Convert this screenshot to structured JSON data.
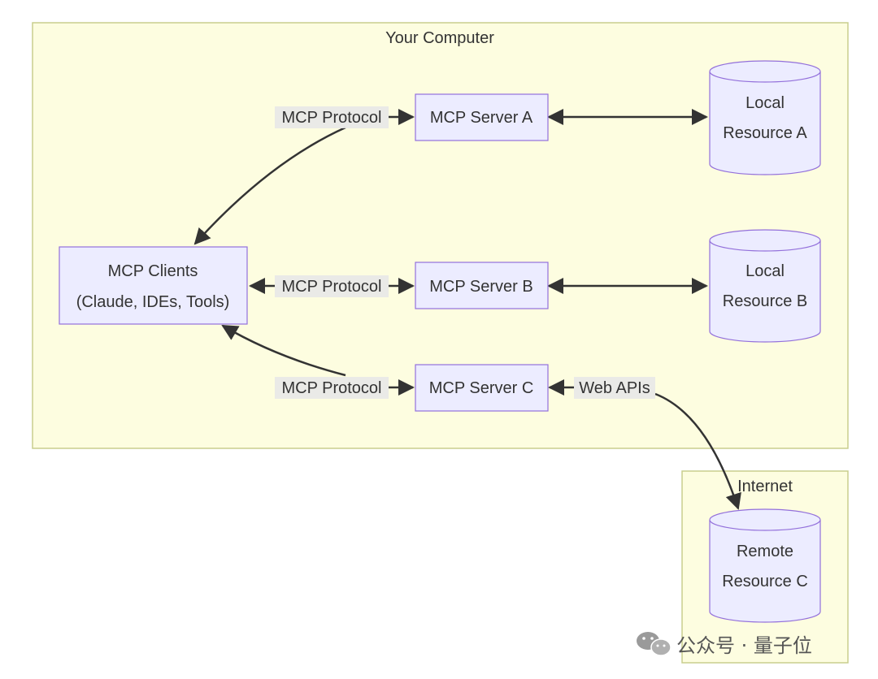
{
  "groups": {
    "your_computer": {
      "title": "Your Computer"
    },
    "internet": {
      "title": "Internet"
    }
  },
  "nodes": {
    "clients": {
      "line1": "MCP Clients",
      "line2": "(Claude, IDEs, Tools)"
    },
    "server_a": {
      "label": "MCP Server A"
    },
    "server_b": {
      "label": "MCP Server B"
    },
    "server_c": {
      "label": "MCP Server C"
    },
    "resource_a": {
      "line1": "Local",
      "line2": "Resource A"
    },
    "resource_b": {
      "line1": "Local",
      "line2": "Resource B"
    },
    "resource_c": {
      "line1": "Remote",
      "line2": "Resource C"
    }
  },
  "edges": {
    "client_a": {
      "label": "MCP Protocol"
    },
    "client_b": {
      "label": "MCP Protocol"
    },
    "client_c": {
      "label": "MCP Protocol"
    },
    "c_remote": {
      "label": "Web APIs"
    }
  },
  "watermark": {
    "text": "公众号 · 量子位"
  },
  "colors": {
    "group_fill": "#fdfde0",
    "group_stroke": "#c9ce8e",
    "node_fill": "#ececff",
    "node_stroke": "#9370db",
    "edge": "#333333",
    "edge_label_bg": "#e8e8e8"
  }
}
